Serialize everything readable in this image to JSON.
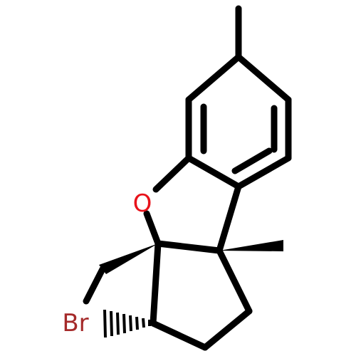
{
  "atoms": {
    "oxygen": {
      "label": "O",
      "color": "#e8121a"
    },
    "bromine": {
      "label": "Br",
      "color": "#a52a2a"
    }
  },
  "bond_color": "#000000",
  "stereo": {
    "wedge_bonds": 2,
    "hashed_bonds": 1
  }
}
